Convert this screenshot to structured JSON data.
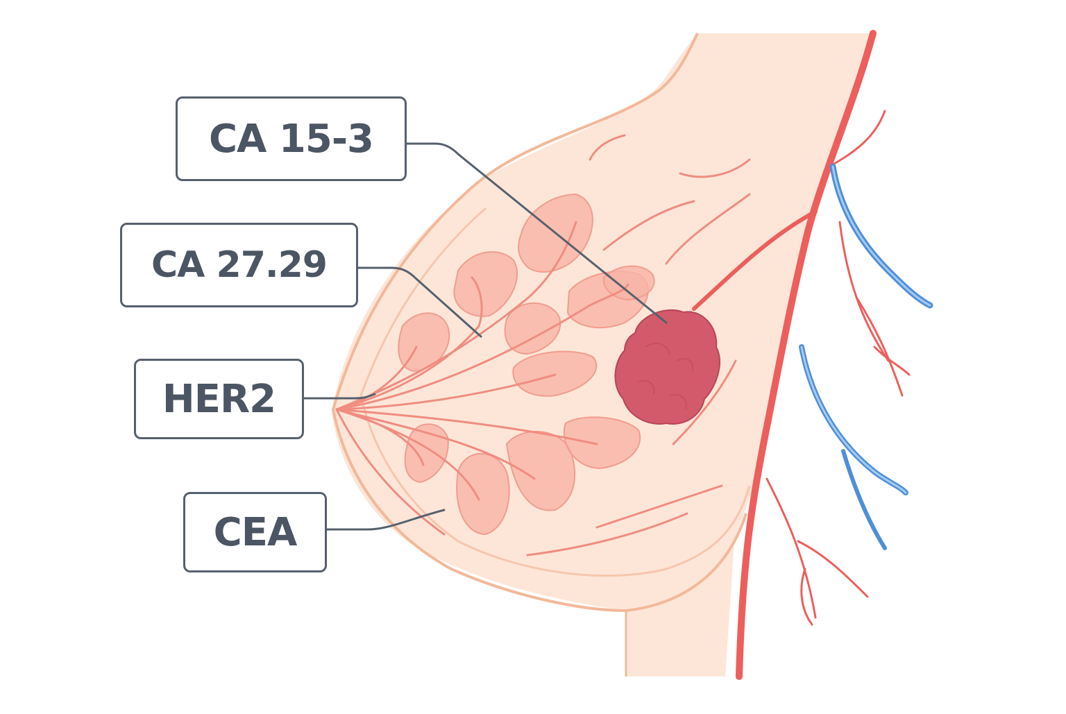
{
  "labels": {
    "ca153": "CA 15-3",
    "ca2729": "CA 27.29",
    "her2": "HER2",
    "cea": "CEA"
  },
  "colors": {
    "skin_fill": "#fde6d8",
    "skin_outline": "#f3b89a",
    "duct": "#f08c80",
    "lobule": "#f7b4a6",
    "tumor": "#d25a6a",
    "artery": "#ec5f5c",
    "vein": "#4f8fd8",
    "label_border": "#56606d",
    "label_text": "#4b5563"
  }
}
